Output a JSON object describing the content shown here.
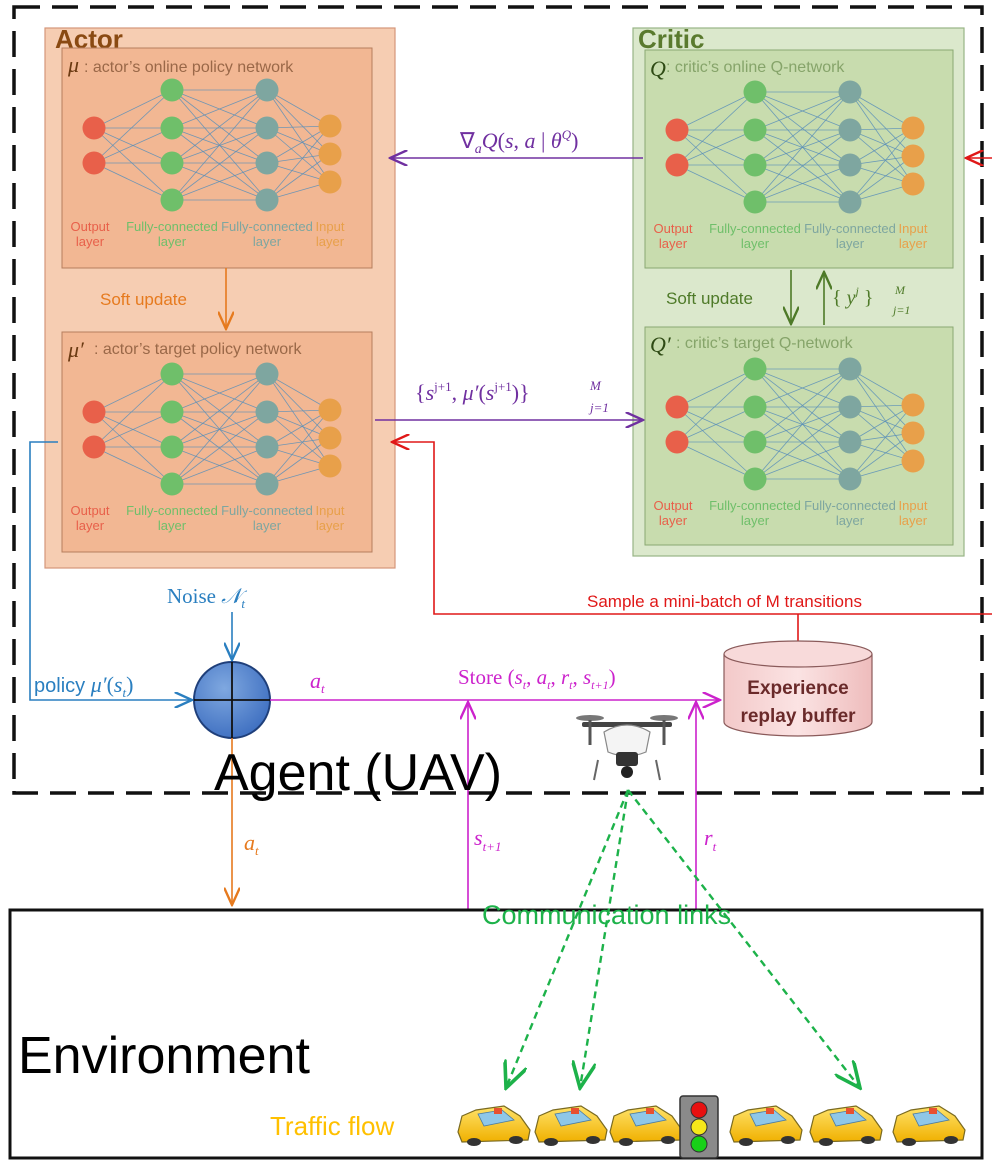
{
  "actor": {
    "title": "Actor",
    "online": {
      "symbol": "μ",
      "caption": ": actor’s online policy network",
      "layers": [
        "Output layer",
        "Fully-connected layer",
        "Fully-connected layer",
        "Input layer"
      ]
    },
    "target": {
      "symbol": "μ′",
      "caption": ": actor’s target policy network",
      "layers": [
        "Output layer",
        "Fully-connected layer",
        "Fully-connected layer",
        "Input layer"
      ]
    },
    "soft_update": "Soft update"
  },
  "critic": {
    "title": "Critic",
    "online": {
      "symbol": "Q",
      "caption": " : critic’s online Q-network",
      "layers": [
        "Output layer",
        "Fully-connected layer",
        "Fully-connected layer",
        "Input layer"
      ]
    },
    "target": {
      "symbol": "Q′",
      "caption": " : critic’s target Q-network",
      "layers": [
        "Output layer",
        "Fully-connected layer",
        "Fully-connected layer",
        "Input layer"
      ]
    },
    "soft_update": "Soft update",
    "y_targets": "{ y^j }_{j=1}^M"
  },
  "flows": {
    "gradient": "∇_a Q(s, a | θ^Q)",
    "target_actions": "{s^{j+1}, μ′(s^{j+1})}_{j=1}^M",
    "noise": "Noise 𝒩_t",
    "policy": "policy μ′(s_t)",
    "action": "a_t",
    "store": "Store (s_t, a_t, r_t, s_{t+1})",
    "sample": "Sample a mini-batch of M transitions",
    "action_env": "a_t",
    "next_state": "s_{t+1}",
    "reward": "r_t",
    "comm_links": "Communication links"
  },
  "replay_buffer": {
    "label_line1": "Experience",
    "label_line2": "replay buffer"
  },
  "agent": {
    "label": "Agent (UAV)"
  },
  "environment": {
    "label": "Environment",
    "traffic": "Traffic flow"
  },
  "colors": {
    "actor_fill": "#f6cdb2",
    "actor_border": "#d4967a",
    "critic_fill": "#dbe8cc",
    "critic_border": "#98b585",
    "actor_title": "#8a4a12",
    "critic_title": "#5a7a2e",
    "output_node": "#e8604a",
    "fc1_node": "#6fbf6a",
    "fc2_node": "#7ea6a0",
    "input_node": "#e8a04a",
    "purple": "#7030a0",
    "orange": "#e67a1e",
    "red": "#e01818",
    "magenta": "#cc22cc",
    "blue": "#2a7fc0",
    "green": "#1db24a",
    "olive": "#4e7a28",
    "gold": "#ffc000"
  }
}
